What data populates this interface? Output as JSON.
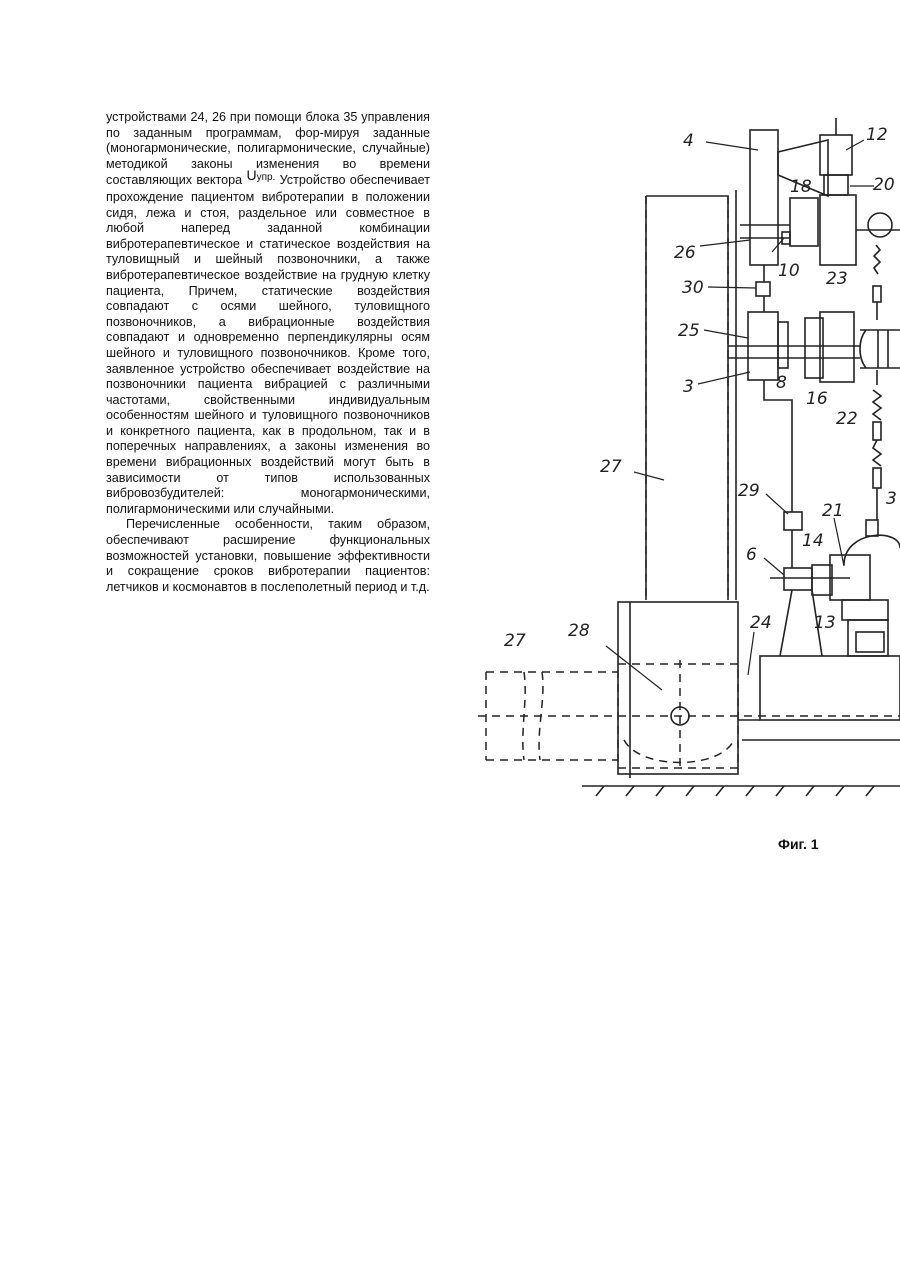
{
  "text": {
    "p1_part1": "устройствами 24, 26 при помощи блока 35 управления по заданным программам, фор-мируя заданные (моногармонические, полигармонические, случайные) методикой законы изменения во времени составляющих вектора",
    "u_symbol": "U",
    "u_sub": "упр.",
    "p1_part2": "Устройство обеспечивает прохождение пациентом вибротерапии в положении сидя, лежа и стоя, раздельное или совместное в любой наперед заданной комбинации вибротерапевтическое и статическое воздействия на туловищный и шейный позвоночники, а также вибротерапевтическое воздействие на грудную клетку пациента, Причем, статические воздействия совпадают с осями шейного, туловищного позвоночников, а вибрационные воздействия совпадают и одновременно перпендикулярны осям шейного и туловищного позвоночников. Кроме того, заявленное устройство обеспечивает воздействие на позвоночники пациента вибрацией с различными частотами, свойственными индивидуальным особенностям шейного и туловищного позвоночников и конкретного пациента, как в продольном, так и в поперечных направлениях, а законы изменения во времени вибрационных воздействий могут быть в зависимости от типов использованных вибровозбудителей: моногармоническими, полигармоническими или случайными.",
    "p2": "Перечисленные особенности, таким образом, обеспечивают расширение функциональных возможностей установки, повышение эффективности и сокращение сроков вибротерапии пациентов: летчиков и космонавтов в послеполетный период и т.д."
  },
  "figure": {
    "labels": [
      "4",
      "12",
      "20",
      "18",
      "26",
      "10",
      "23",
      "30",
      "25",
      "3",
      "8",
      "16",
      "22",
      "27",
      "29",
      "21",
      "3",
      "6",
      "14",
      "13",
      "24",
      "27",
      "28"
    ],
    "caption": "Фиг. 1"
  }
}
